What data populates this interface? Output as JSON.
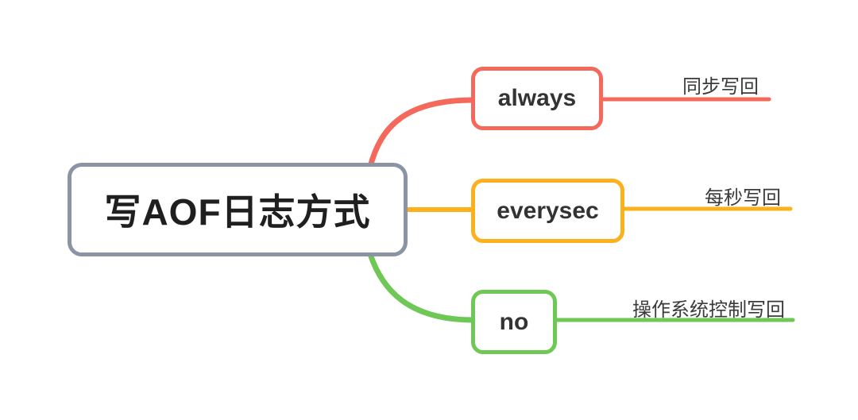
{
  "colors": {
    "background": "#ffffff",
    "root_border": "#8a94a5",
    "root_text": "#1f1f1f",
    "branch_text": "#333333",
    "annotation_text": "#3a3a3a",
    "always": "#f4695c",
    "everysec": "#fbb01c",
    "no": "#6fc756"
  },
  "root": {
    "label": "写AOF日志方式"
  },
  "branches": [
    {
      "label": "always",
      "annotation": "同步写回"
    },
    {
      "label": "everysec",
      "annotation": "每秒写回"
    },
    {
      "label": "no",
      "annotation": "操作系统控制写回"
    }
  ]
}
